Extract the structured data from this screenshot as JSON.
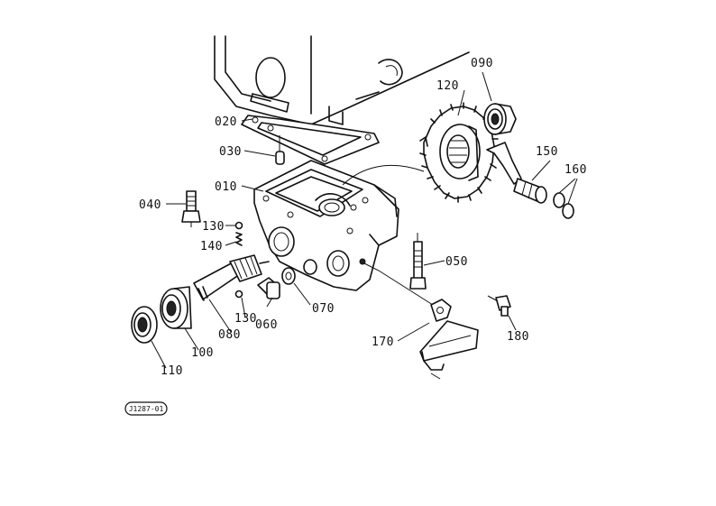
{
  "labels": {
    "p010": "010",
    "p020": "020",
    "p030": "030",
    "p040": "040",
    "p050": "050",
    "p060": "060",
    "p070": "070",
    "p080": "080",
    "p090": "090",
    "p100": "100",
    "p110": "110",
    "p120": "120",
    "p130a": "130",
    "p130b": "130",
    "p140": "140",
    "p150": "150",
    "p160": "160",
    "p170": "170",
    "p180": "180"
  },
  "reference_code": "J1287-01"
}
